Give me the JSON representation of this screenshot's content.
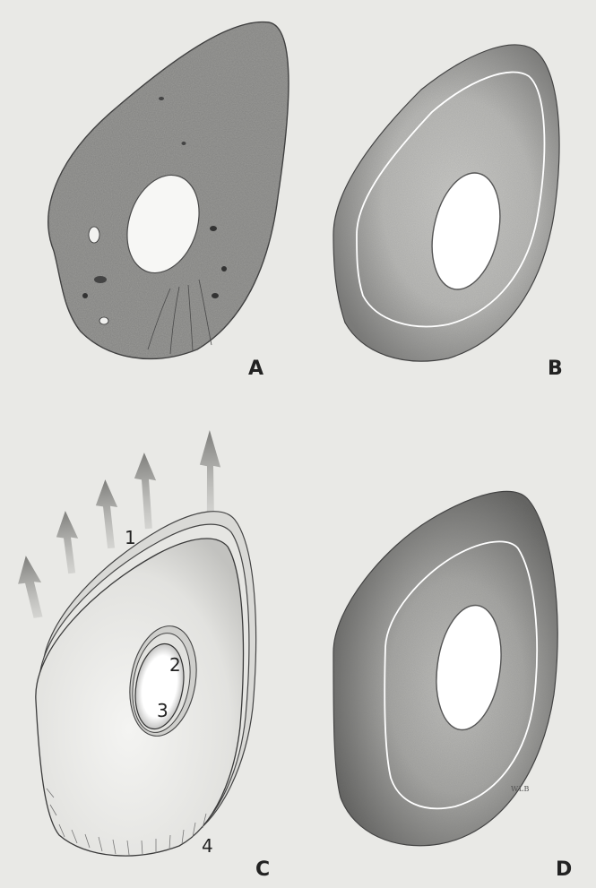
{
  "figure": {
    "panels": [
      {
        "id": "a",
        "label": "A"
      },
      {
        "id": "b",
        "label": "B"
      },
      {
        "id": "c",
        "label": "C"
      },
      {
        "id": "d",
        "label": "D"
      }
    ],
    "annotations": [
      "1",
      "2",
      "3",
      "4"
    ],
    "signature": "WLB"
  },
  "colors": {
    "paper": "#e9e9e6",
    "ink": "#2a2a2a",
    "tone_dark": "#6e6e6e",
    "tone_mid": "#a8a8a8",
    "tone_light": "#d7d7d5",
    "arrow": "#8b8b8b"
  }
}
